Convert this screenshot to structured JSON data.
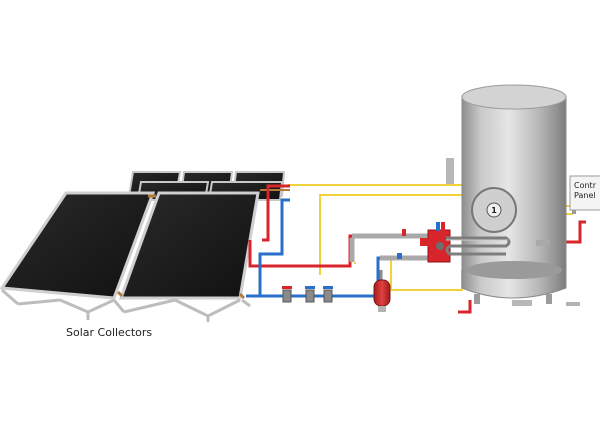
{
  "labels": {
    "solar_collectors": "Solar Collectors",
    "control_panel_line1": "Contr",
    "control_panel_line2": "Panel",
    "component_number": "1"
  },
  "colors": {
    "hot_pipe": "#d8252b",
    "cold_pipe": "#2a6fc9",
    "signal_wire": "#f2d23a",
    "collector_glass": "#1b1b1b",
    "collector_frame": "#c8c8c8",
    "tank_body": "#bdbdbd",
    "expansion_vessel": "#d42a2a",
    "pump_station": "#d8252b"
  }
}
